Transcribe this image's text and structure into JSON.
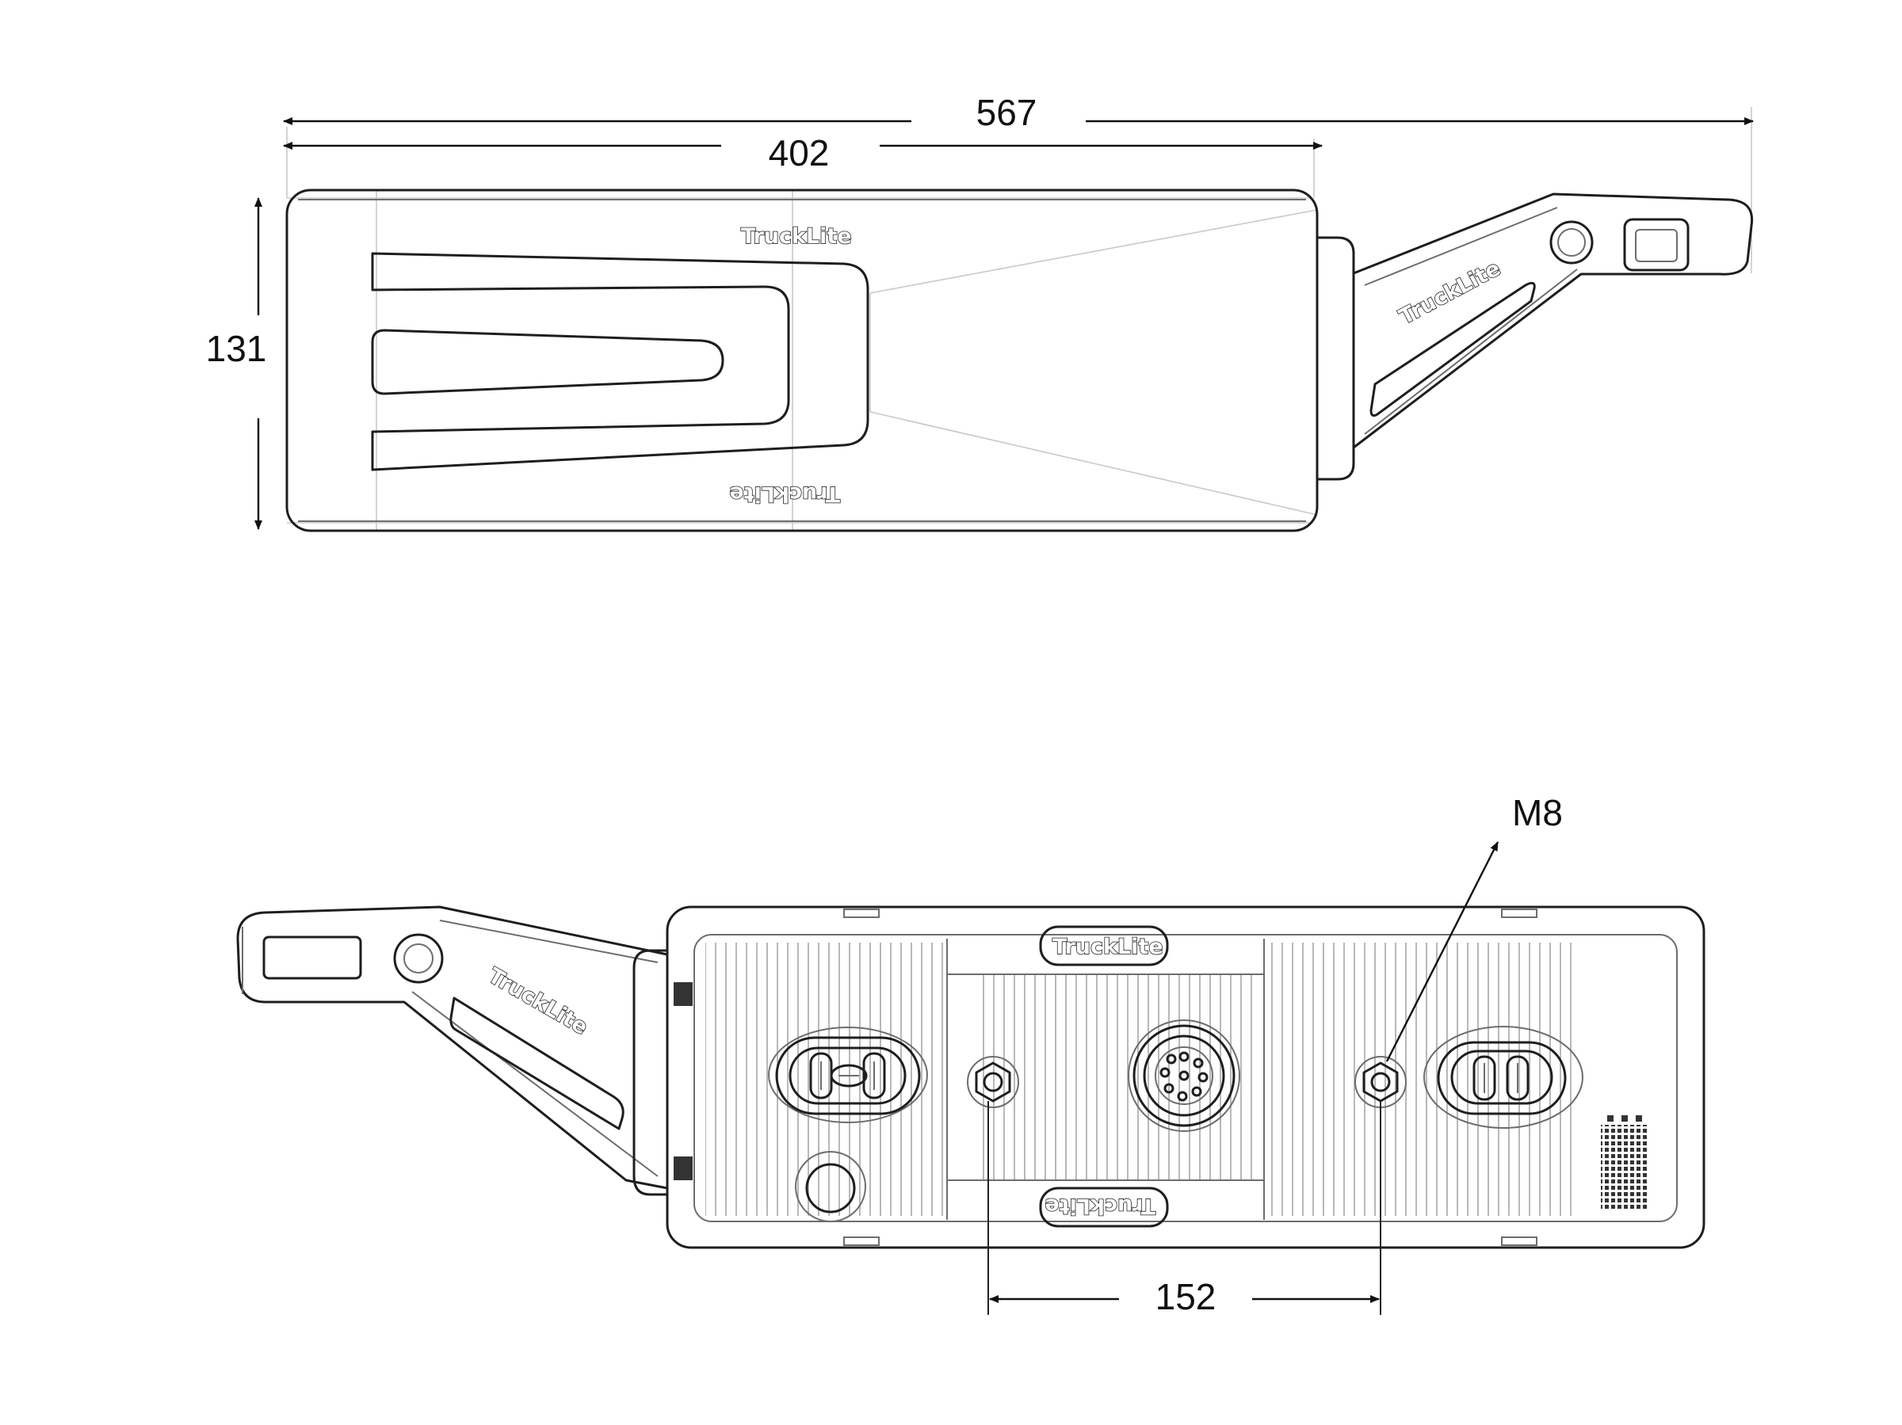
{
  "dimensions": {
    "overall_length": "567",
    "body_length": "402",
    "height": "131",
    "mount_spacing": "152",
    "thread": "M8"
  },
  "brand": {
    "logo": "TruckLite"
  },
  "icons": [
    "arrow-icon",
    "connector-icon",
    "nut-icon",
    "logo-icon"
  ]
}
